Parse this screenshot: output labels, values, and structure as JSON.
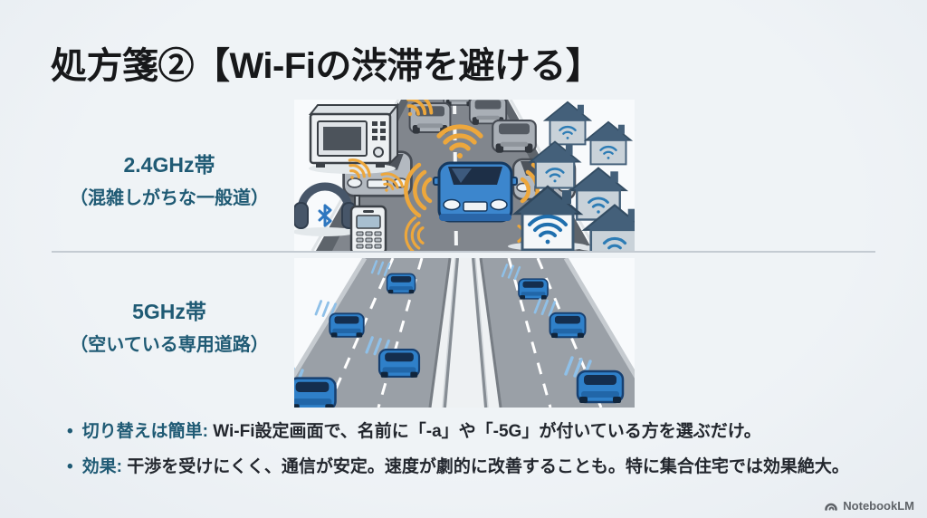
{
  "slide": {
    "title": "処方箋②【Wi-Fiの渋滞を避ける】",
    "bullet_marker": "•"
  },
  "bands": {
    "band24": {
      "name": "2.4GHz帯",
      "desc": "（混雑しがちな一般道）"
    },
    "band5": {
      "name": "5GHz帯",
      "desc": "（空いている専用道路）"
    }
  },
  "bullets": [
    {
      "label": "切り替えは簡単:",
      "text": " Wi-Fi設定画面で、名前に「-a」や「-5G」が付いている方を選ぶだけ。"
    },
    {
      "label": "効果:",
      "text": " 干渉を受けにくく、通信が安定。速度が劇的に改善することも。特に集合住宅では効果絶大。"
    }
  ],
  "footer": {
    "brand": "NotebookLM"
  },
  "colors": {
    "background": "#edf1f5",
    "title_text": "#17181a",
    "accent_teal": "#1f5a74",
    "body_text": "#23272e",
    "divider": "#c4cbd2",
    "interference_orange": "#eda73c",
    "car_blue": "#3c86cd",
    "wifi_blue": "#2d7cb5",
    "road_gray": "#81868d"
  }
}
